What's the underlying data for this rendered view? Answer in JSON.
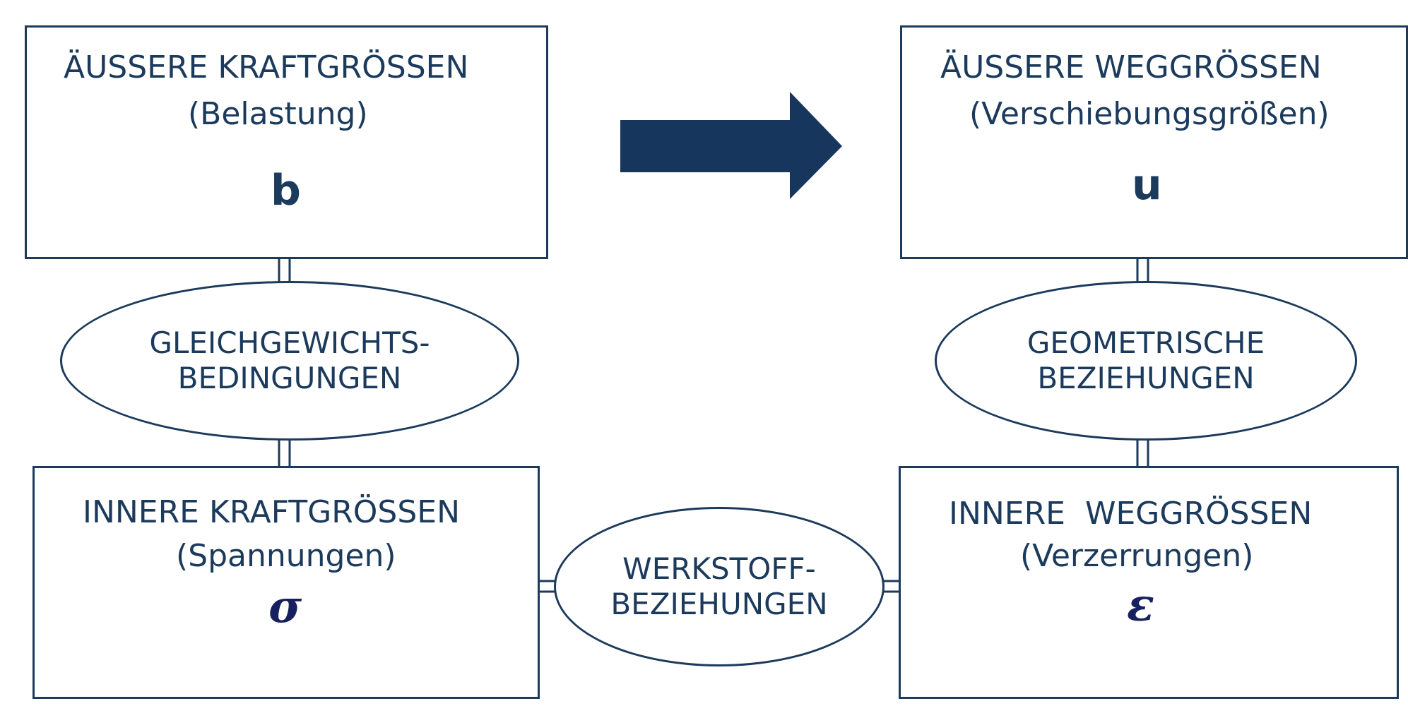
{
  "boxes": {
    "outer_forces": {
      "title": "ÄUSSERE KRAFTGRÖSSEN",
      "subtitle": "(Belastung)",
      "symbol": "b"
    },
    "outer_displacements": {
      "title": "ÄUSSERE WEGGRÖSSEN",
      "subtitle": "(Verschiebungsgrößen)",
      "symbol": "u"
    },
    "inner_forces": {
      "title": "INNERE KRAFTGRÖSSEN",
      "subtitle": "(Spannungen)",
      "symbol": "σ"
    },
    "inner_displacements": {
      "title": "INNERE  WEGGRÖSSEN",
      "subtitle": "(Verzerrungen)",
      "symbol": "ε"
    }
  },
  "relations": {
    "equilibrium": {
      "line1": "GLEICHGEWICHTS-",
      "line2": "BEDINGUNGEN"
    },
    "geometric": {
      "line1": "GEOMETRISCHE",
      "line2": "BEZIEHUNGEN"
    },
    "material": {
      "line1": "WERKSTOFF-",
      "line2": "BEZIEHUNGEN"
    }
  },
  "colors": {
    "primary": "#1b3a5c",
    "annotation": "#e8542e"
  }
}
